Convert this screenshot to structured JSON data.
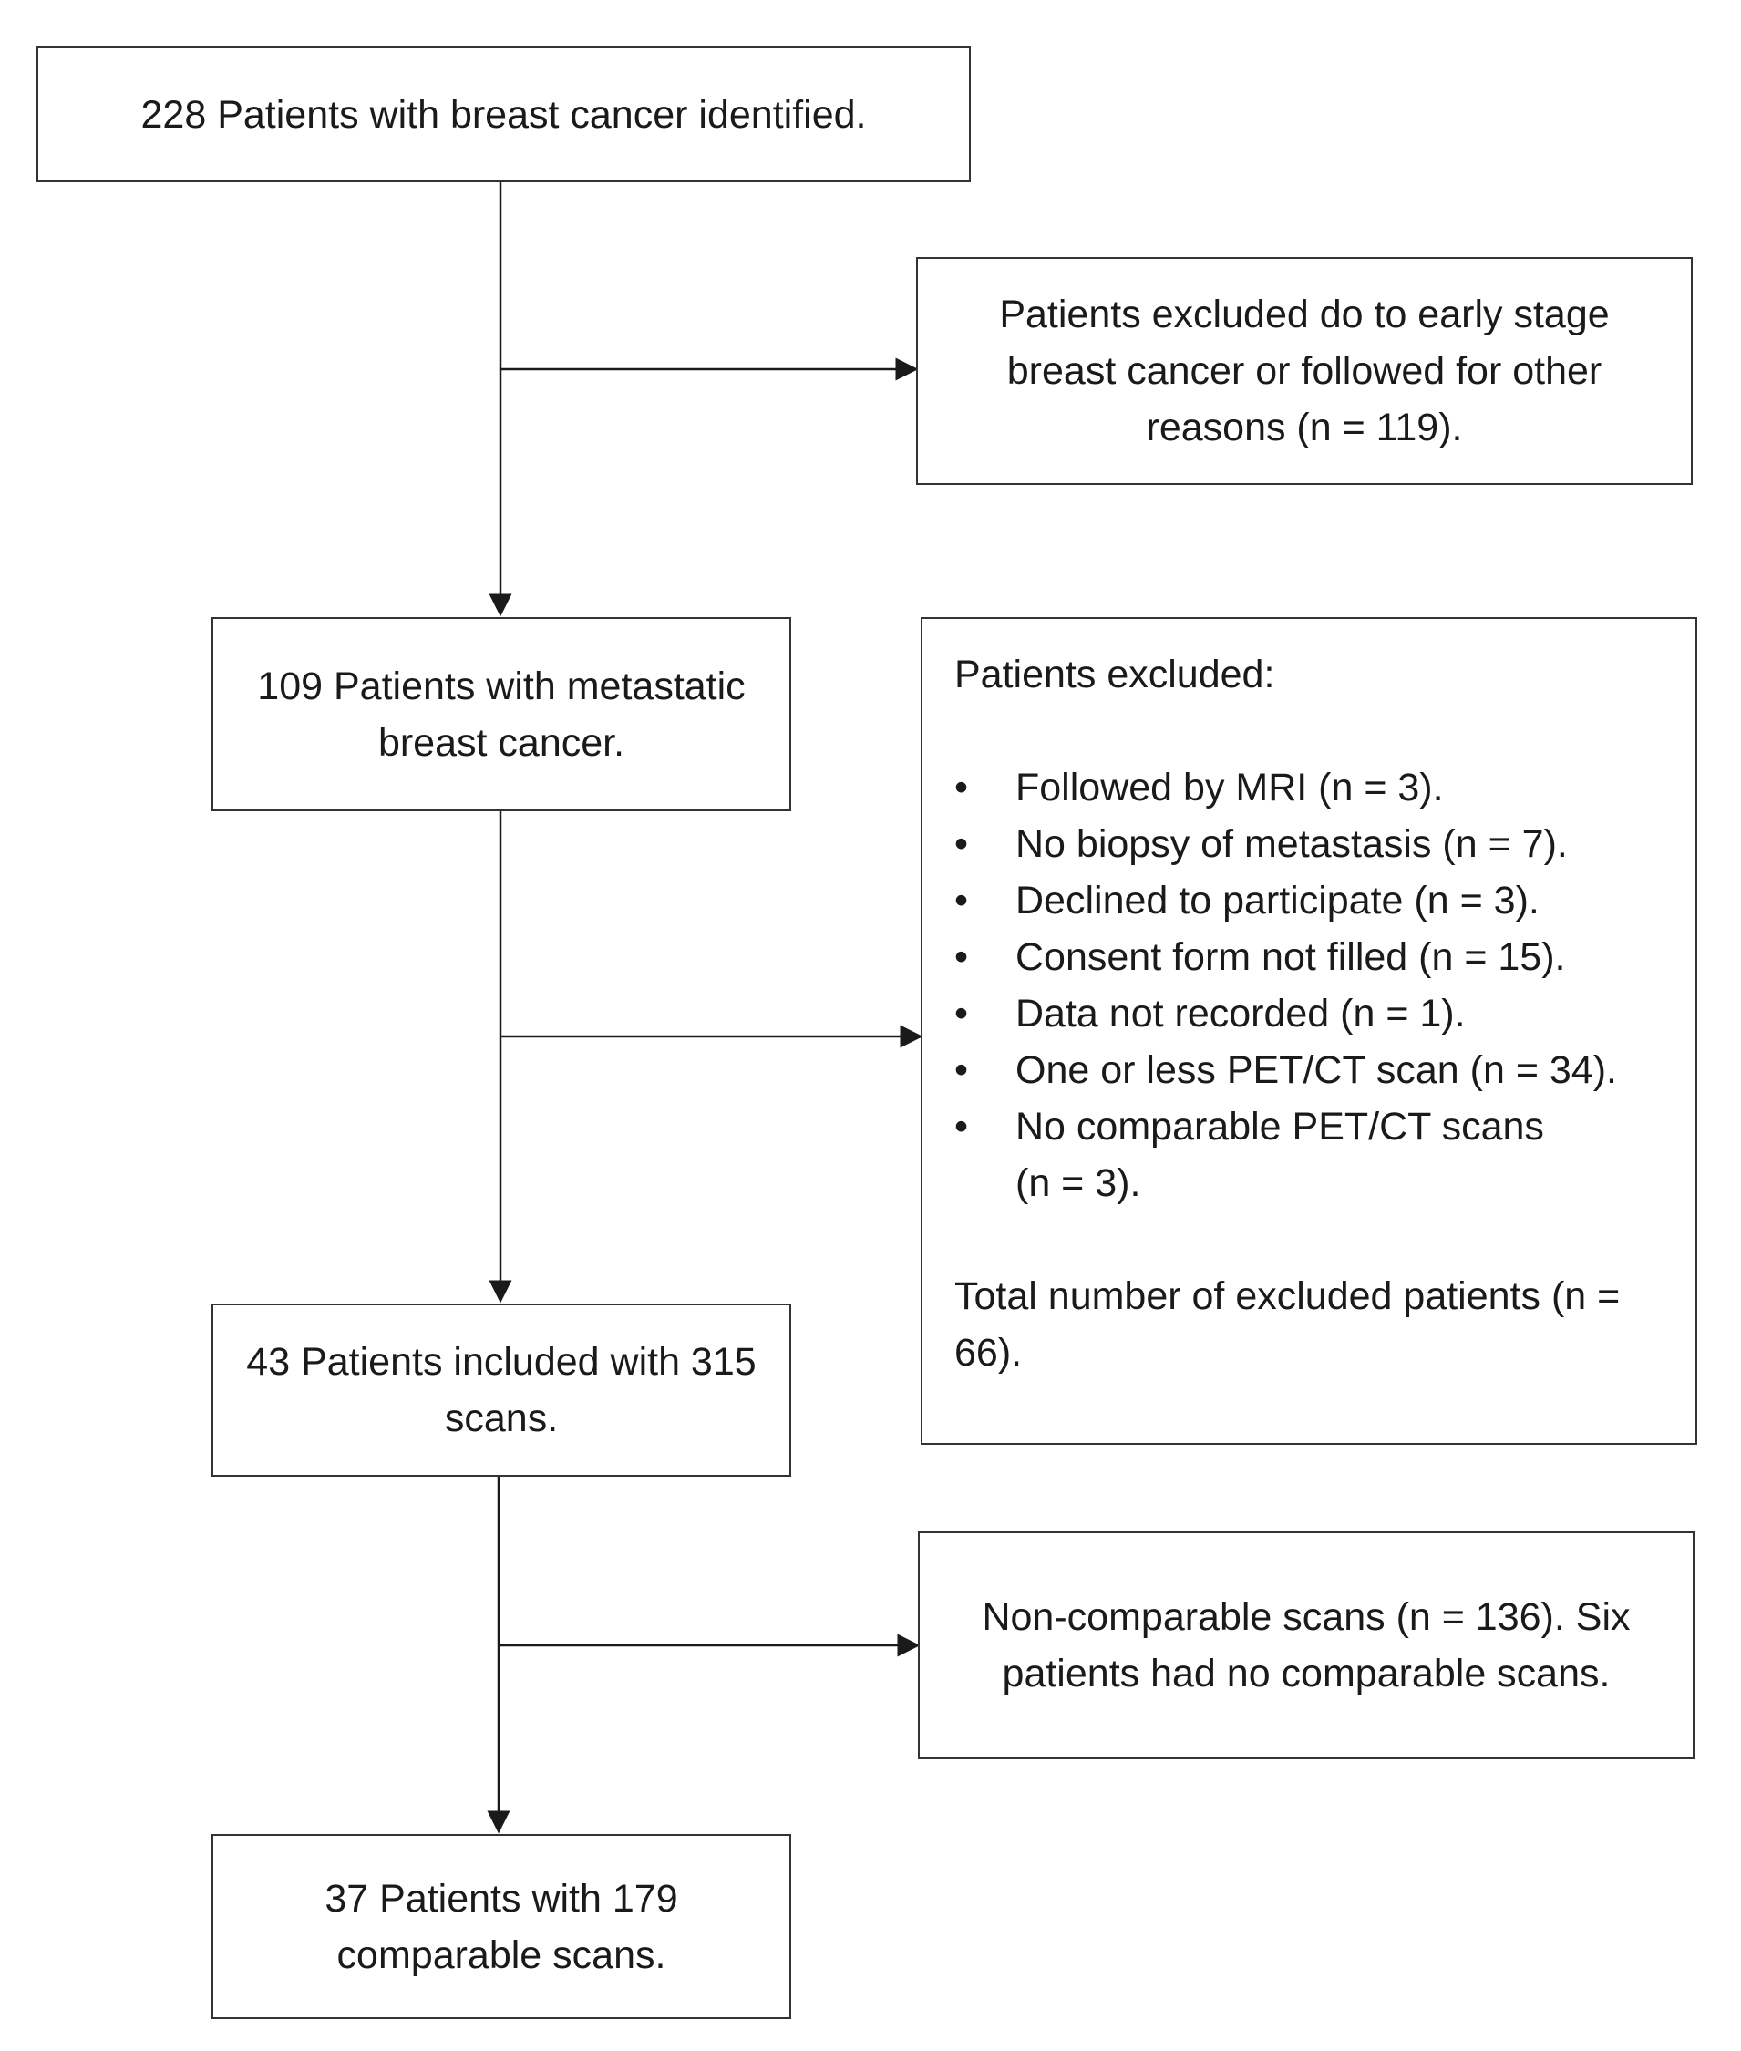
{
  "flow": {
    "step1": "228 Patients with breast cancer identified.",
    "exclusion1": "Patients excluded do to early stage breast cancer or followed for other reasons (n = 119).",
    "step2": "109 Patients with metastatic breast cancer.",
    "exclusion2": {
      "heading": "Patients excluded:",
      "items": [
        "Followed by MRI (n = 3).",
        "No biopsy of metastasis (n = 7).",
        "Declined to participate (n = 3).",
        "Consent form not filled (n = 15).",
        "Data not recorded (n = 1).",
        "One or less PET/CT scan (n = 34).",
        "No comparable PET/CT scans (n = 3)."
      ],
      "total": "Total number of excluded patients (n = 66)."
    },
    "step3": "43 Patients included with 315 scans.",
    "exclusion3": "Non-comparable scans (n = 136). Six patients had no comparable scans.",
    "step4": "37 Patients with 179 comparable scans."
  }
}
